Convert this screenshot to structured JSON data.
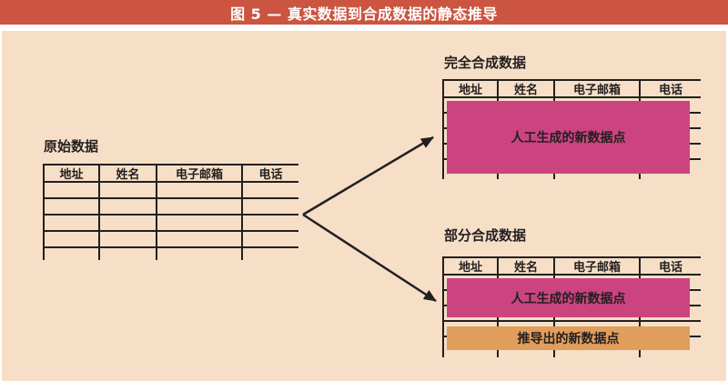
{
  "title_bar": {
    "text": "图 5 — 真实数据到合成数据的静态推导"
  },
  "columns": [
    "地址",
    "姓名",
    "电子邮箱",
    "电话"
  ],
  "original_table": {
    "label": "原始数据"
  },
  "fully_synthetic_table": {
    "label": "完全合成数据",
    "overlay_label": "人工生成的新数据点"
  },
  "partially_synthetic_table": {
    "label": "部分合成数据",
    "synthetic_overlay_label": "人工生成的新数据点",
    "derived_overlay_label": "推导出的新数据点"
  },
  "colors": {
    "title_bar_bg": "#cb5540",
    "title_bar_fg": "#ffffff",
    "panel_bg": "#f6dfc6",
    "line": "#231f20",
    "synthetic_pink": "#cb4480",
    "derived_orange": "#e09d5b"
  }
}
